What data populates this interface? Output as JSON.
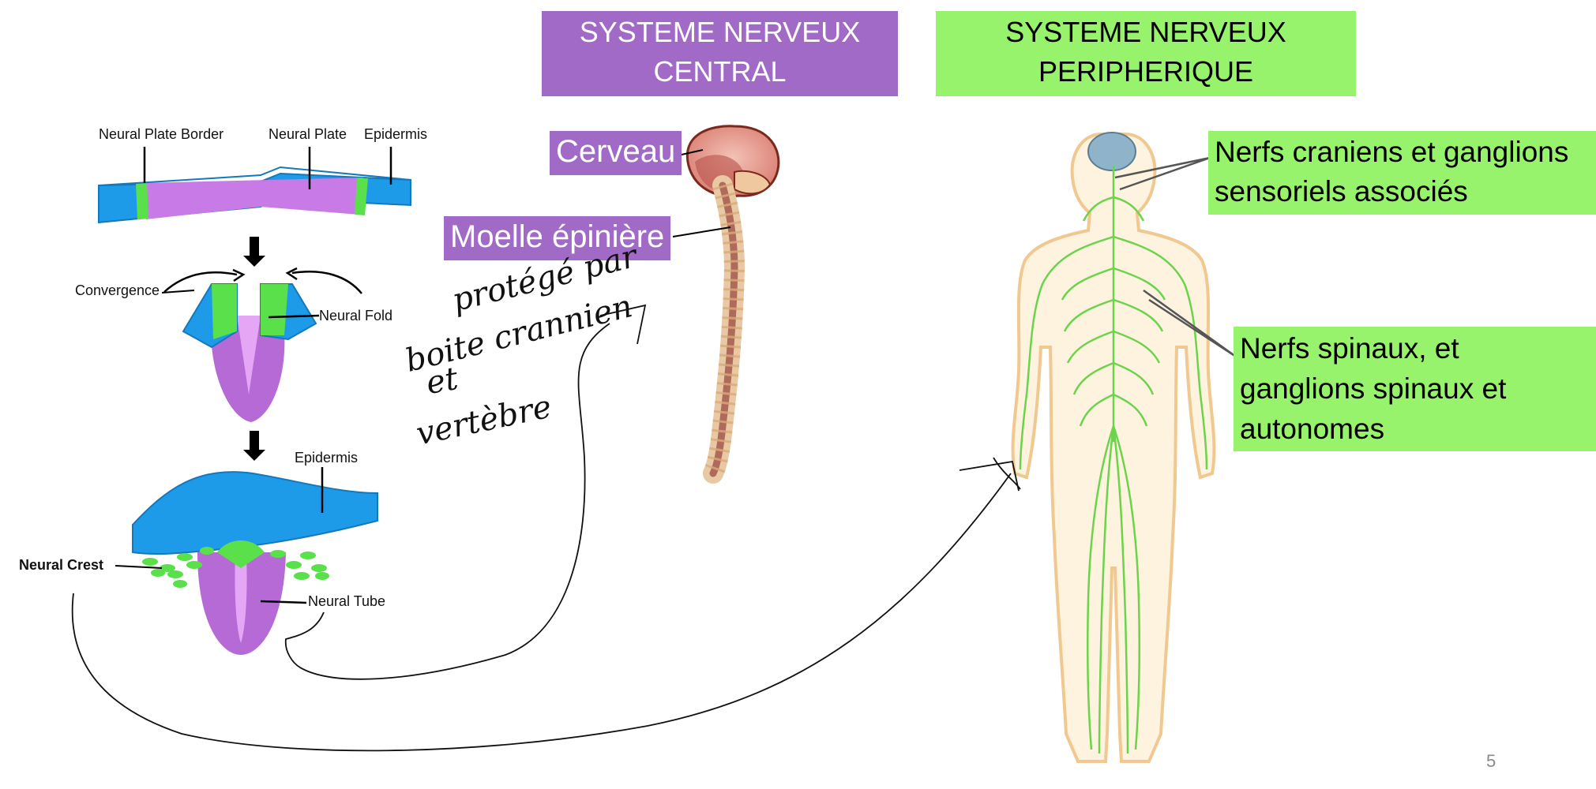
{
  "headers": {
    "central": {
      "line1": "SYSTEME NERVEUX",
      "line2": "CENTRAL",
      "color": "#a06ac6"
    },
    "peripheral": {
      "line1": "SYSTEME NERVEUX",
      "line2": "PERIPHERIQUE",
      "color": "#97f36b"
    }
  },
  "neural_diagram": {
    "labels": {
      "plate_border": "Neural Plate Border",
      "plate": "Neural Plate",
      "epidermis_top": "Epidermis",
      "convergence": "Convergence",
      "fold": "Neural Fold",
      "epidermis_bottom": "Epidermis",
      "crest": "Neural Crest",
      "tube": "Neural Tube"
    },
    "colors": {
      "blue": "#1e9be8",
      "purple": "#c87ae6",
      "green": "#59e04a"
    }
  },
  "cns": {
    "brain_label": "Cerveau",
    "spine_label": "Moelle épinière"
  },
  "handwriting": {
    "line1": "protégé par",
    "line2": "boite crannien",
    "line3": "et",
    "line4": "vertèbre"
  },
  "pns": {
    "cranial_line1": "Nerfs craniens et ganglions",
    "cranial_line2": "sensoriels associés",
    "spinal_line1": "Nerfs spinaux, et",
    "spinal_line2": "ganglions spinaux et",
    "spinal_line3": "autonomes"
  },
  "page_number": "5"
}
